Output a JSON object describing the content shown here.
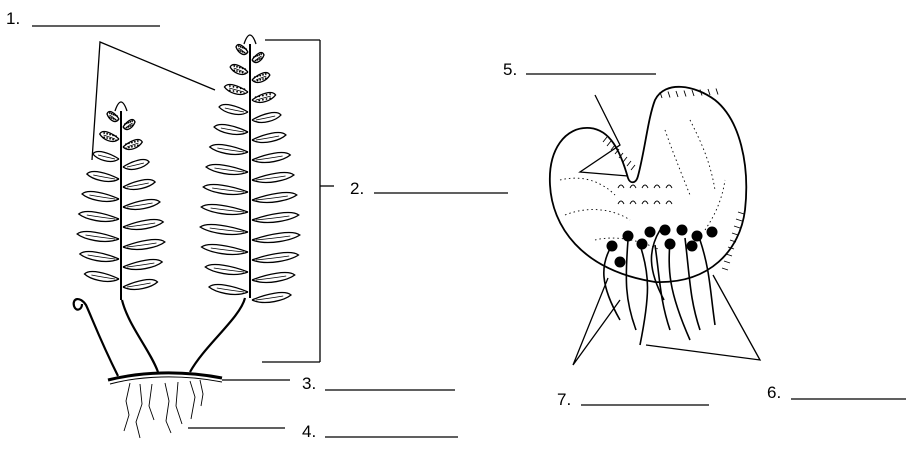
{
  "labels": [
    {
      "id": "1",
      "text": "1."
    },
    {
      "id": "2",
      "text": "2."
    },
    {
      "id": "3",
      "text": "3."
    },
    {
      "id": "4",
      "text": "4."
    },
    {
      "id": "5",
      "text": "5."
    },
    {
      "id": "6",
      "text": "6."
    },
    {
      "id": "7",
      "text": "7."
    }
  ],
  "colors": {
    "ink": "#000000",
    "background": "#ffffff"
  },
  "icons": [
    "fern-sporophyte-illustration",
    "fern-gametophyte-prothallus-illustration"
  ]
}
